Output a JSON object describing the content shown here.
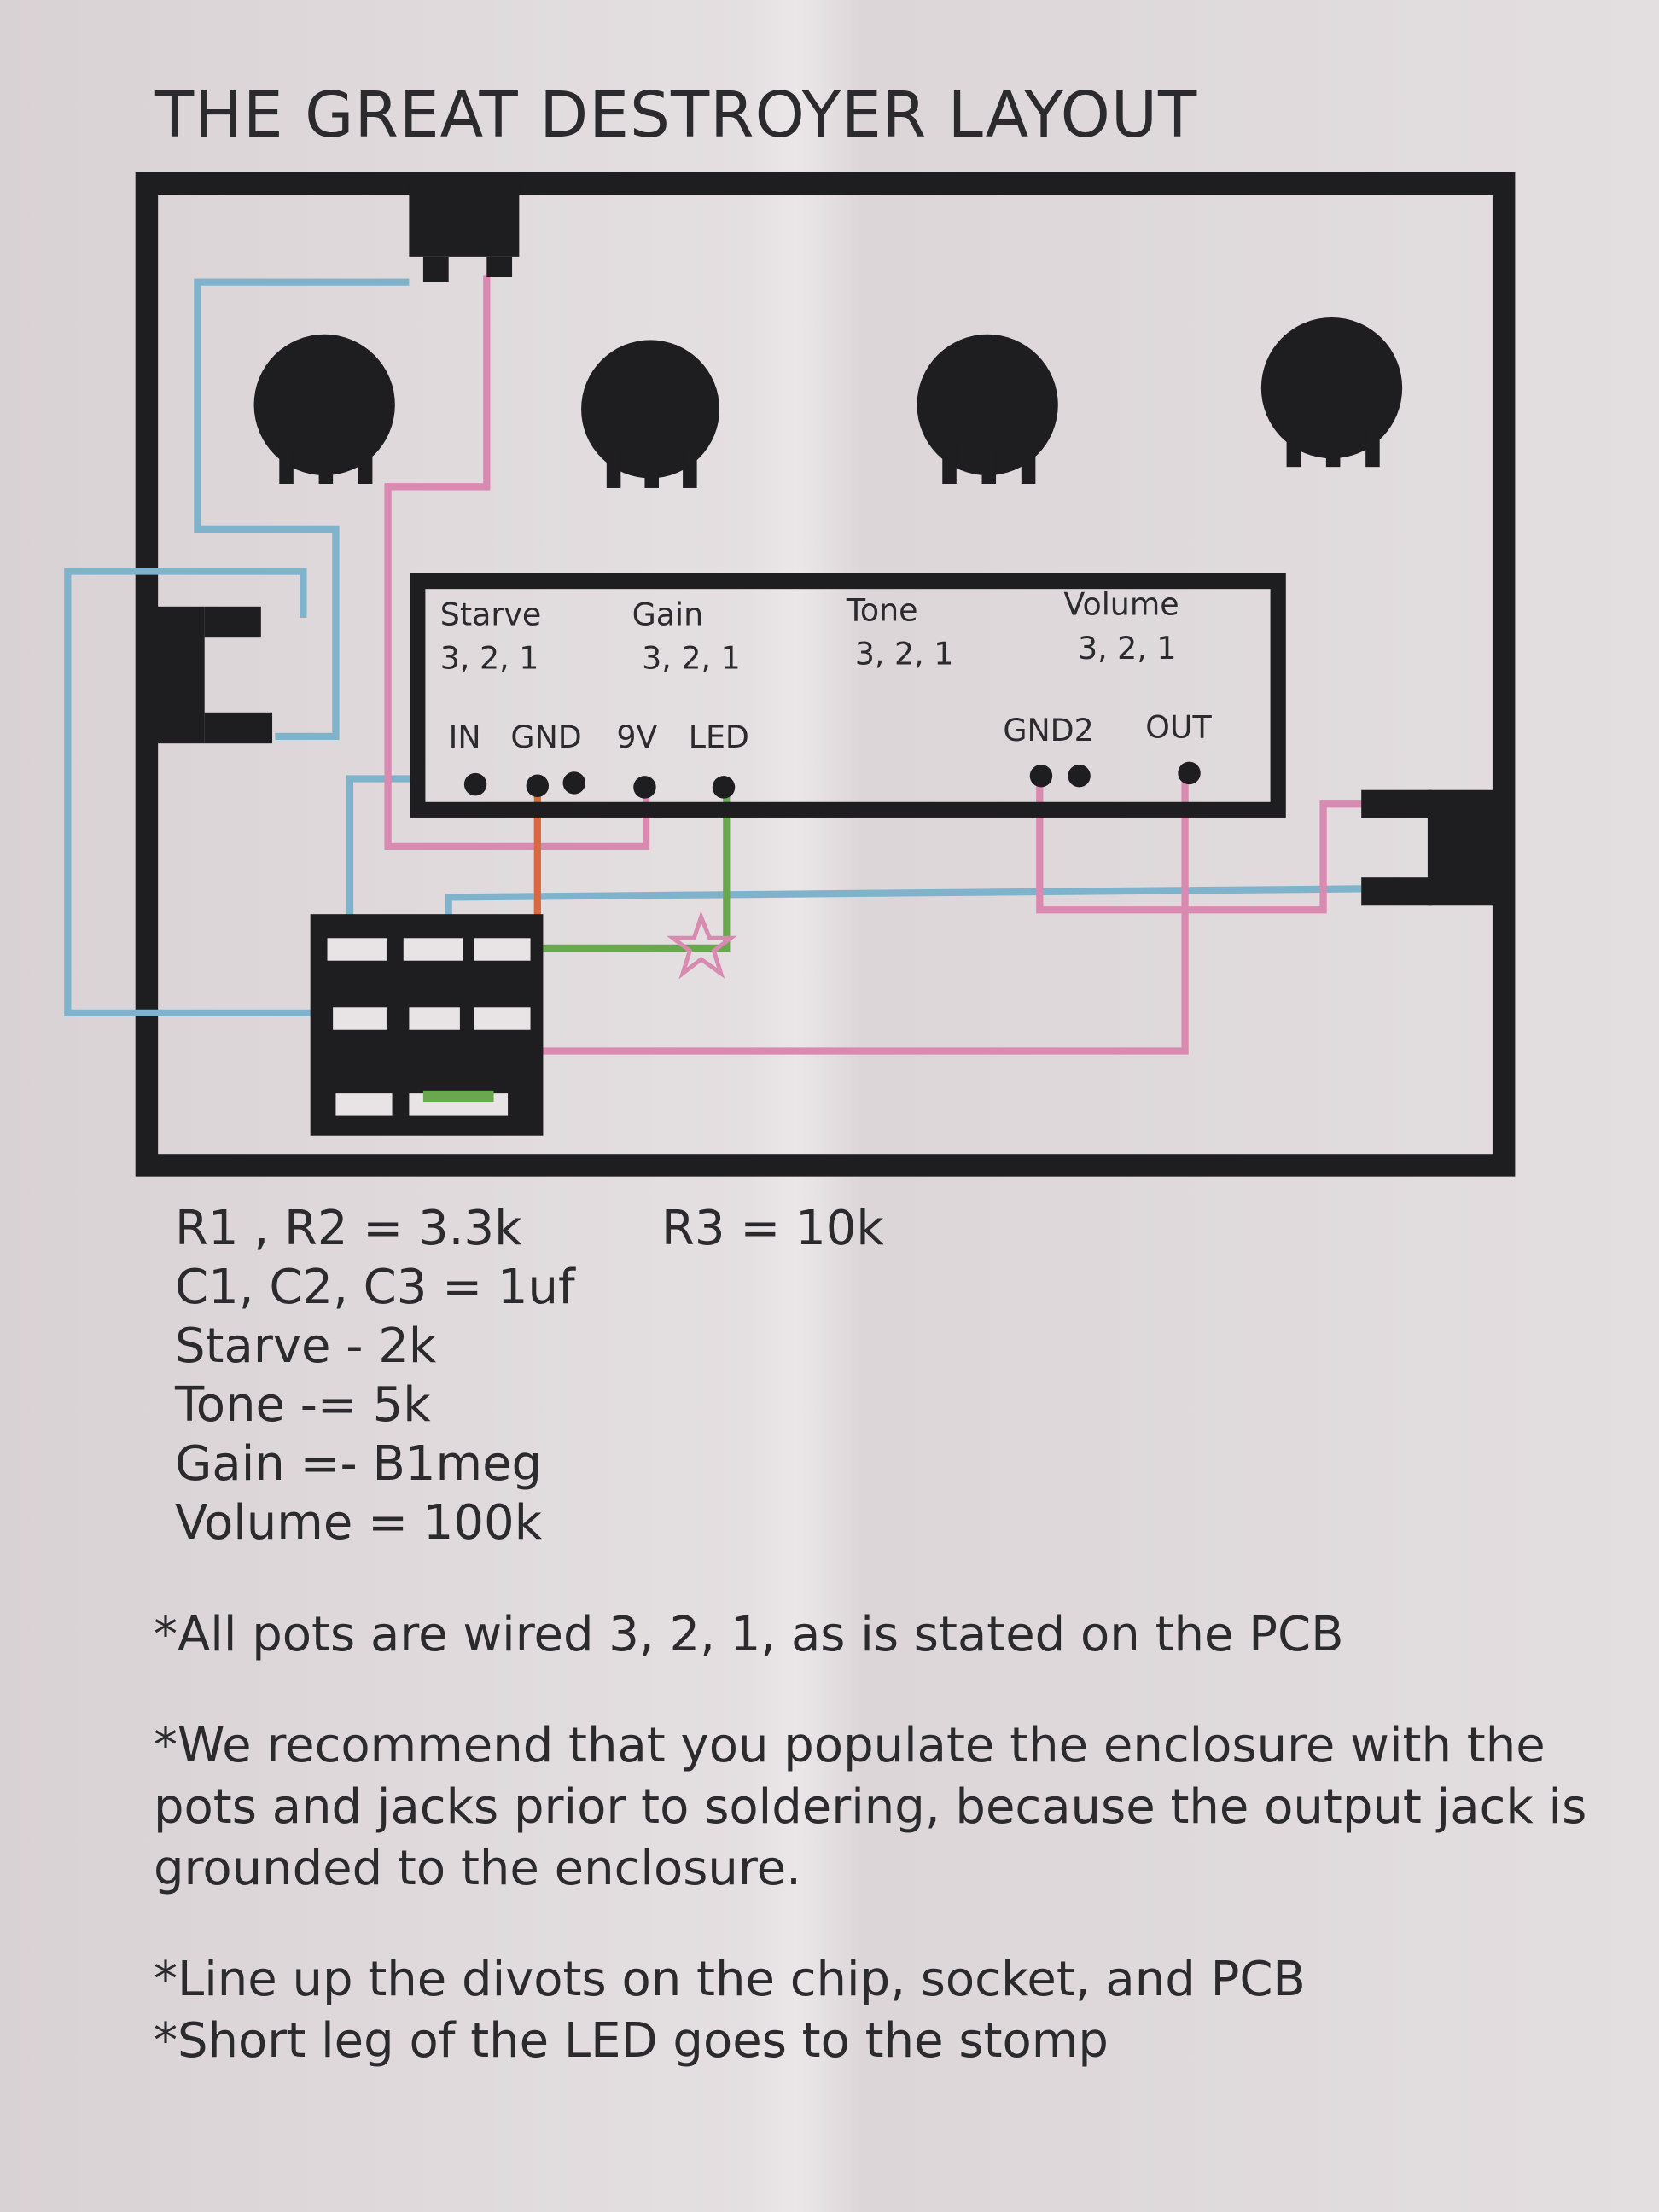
{
  "title": "THE GREAT DESTROYER LAYOUT",
  "pcb": {
    "pots": [
      {
        "name": "Starve",
        "pins": "3, 2, 1"
      },
      {
        "name": "Gain",
        "pins": "3, 2, 1"
      },
      {
        "name": "Tone",
        "pins": "3, 2, 1"
      },
      {
        "name": "Volume",
        "pins": "3, 2, 1"
      }
    ],
    "pads": {
      "in": "IN",
      "gnd": "GND",
      "v9": "9V",
      "led": "LED",
      "gnd2": "GND2",
      "out": "OUT"
    }
  },
  "wire_colors": {
    "blue": "#7fb3cc",
    "pink": "#d98ab0",
    "red": "#d9683f",
    "green": "#6aa84f"
  },
  "values": {
    "r1r2": "R1 , R2 = 3.3k",
    "r3": "R3 = 10k",
    "caps": "C1, C2, C3 = 1uf",
    "starve": "Starve - 2k",
    "tone": "Tone -= 5k",
    "gain": "Gain =- B1meg",
    "volume": "Volume = 100k"
  },
  "notes": [
    "*All pots are wired 3, 2, 1, as is stated on the PCB",
    "*We recommend that you populate the enclosure with the pots and jacks prior to soldering, because the output jack is grounded to the enclosure.",
    "*Line up the divots on the chip, socket, and PCB",
    "*Short leg of the LED goes to the stomp"
  ]
}
